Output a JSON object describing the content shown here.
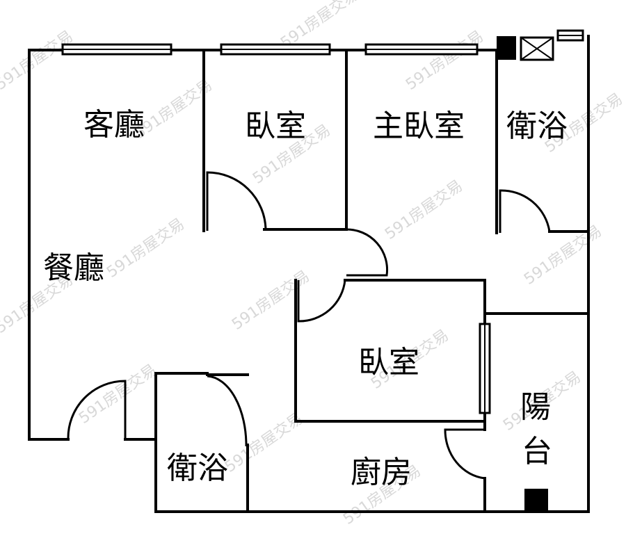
{
  "rooms": {
    "living_room": "客廳",
    "bedroom_1": "臥室",
    "master_bedroom": "主臥室",
    "bathroom_1": "衛浴",
    "dining_room": "餐廳",
    "bedroom_2": "臥室",
    "bathroom_2": "衛浴",
    "kitchen": "廚房",
    "balcony_line1": "陽",
    "balcony_line2": "台"
  },
  "watermark": "591房屋交易"
}
